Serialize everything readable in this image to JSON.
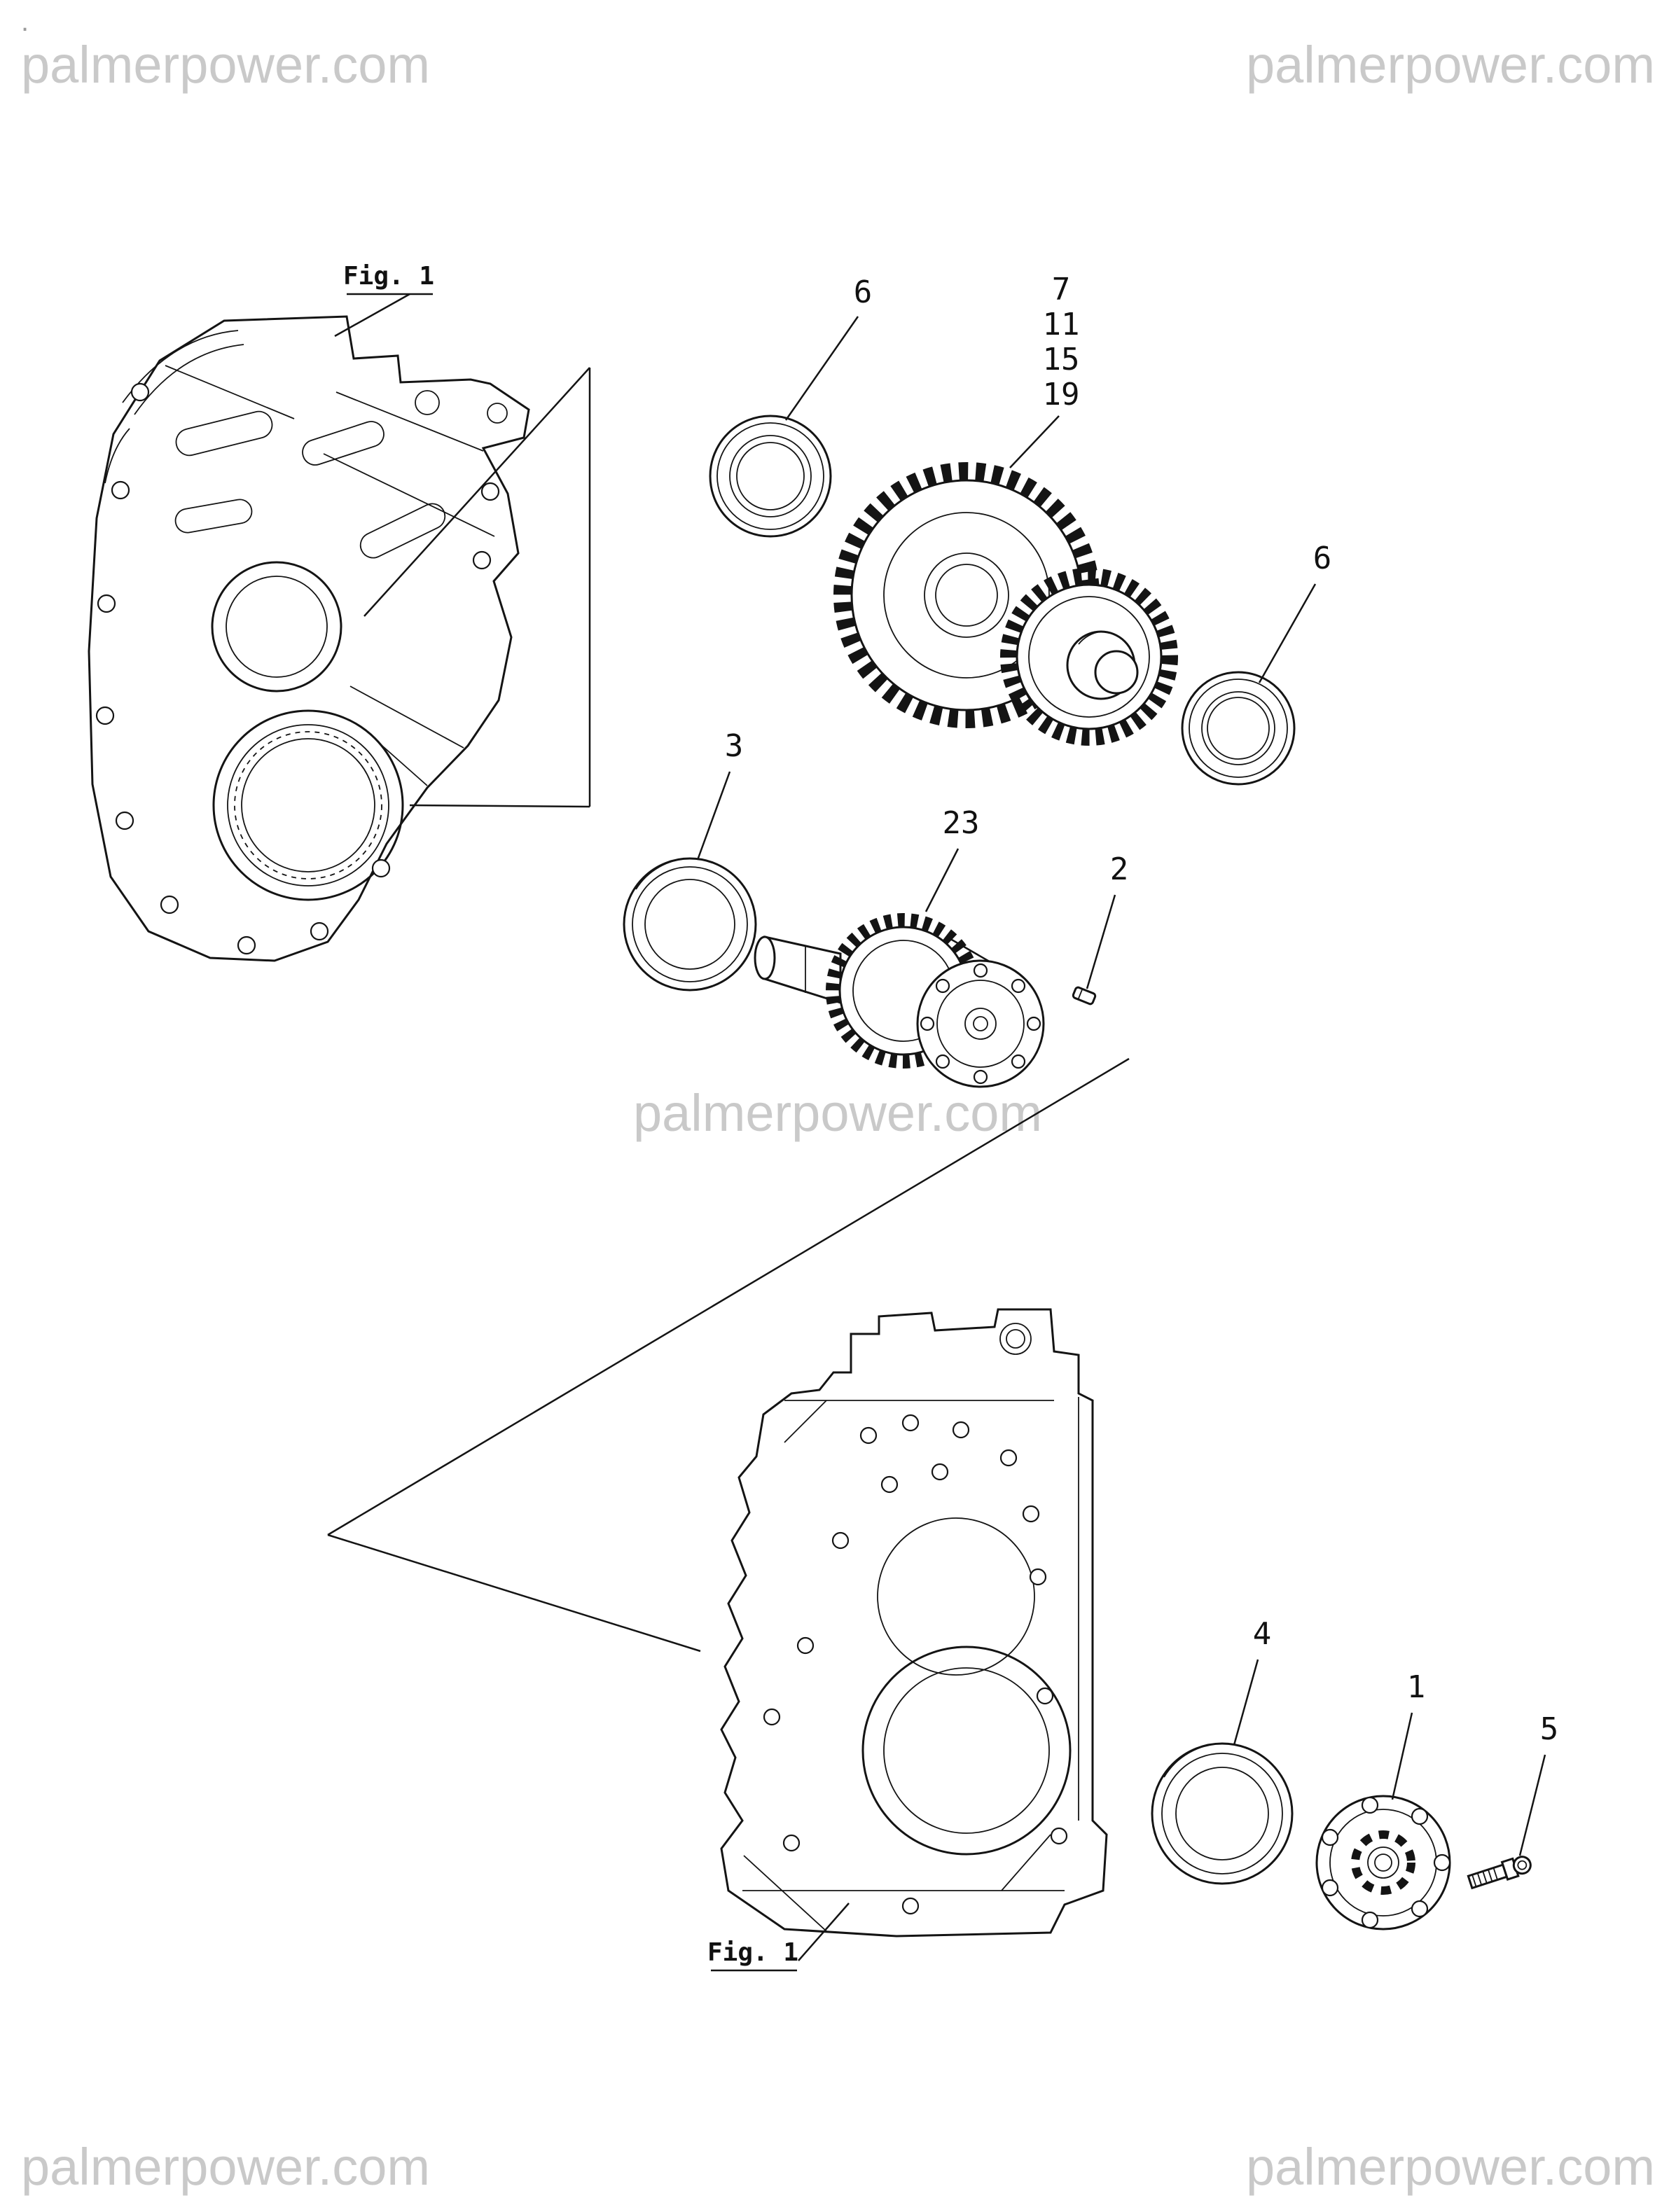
{
  "watermark": {
    "text": "palmerpower.com",
    "dot": "."
  },
  "figure_labels": {
    "fig1_top": "Fig. 1",
    "fig1_bottom": "Fig. 1"
  },
  "part_labels": {
    "bearing_upper": "6",
    "gear_cluster_1": "7",
    "gear_cluster_2": "11",
    "gear_cluster_3": "15",
    "gear_cluster_4": "19",
    "bearing_right": "6",
    "seal_left": "3",
    "shaft_gear": "23",
    "pin": "2",
    "seal_lower": "4",
    "plate": "1",
    "bolt": "5"
  }
}
